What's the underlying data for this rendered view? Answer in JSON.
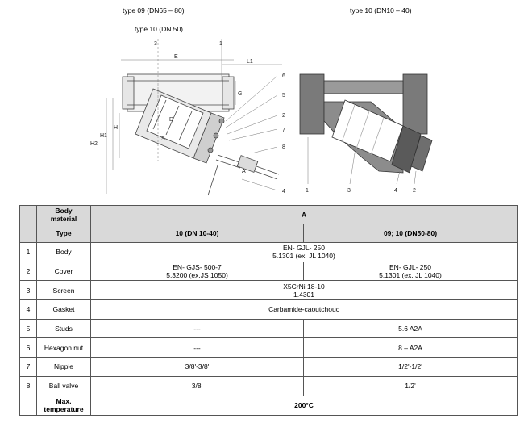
{
  "captions": {
    "left_top": "type 09 (DN65 – 80)",
    "left_bottom": "type 10 (DN 50)",
    "right_top": "type 10 (DN10 – 40)"
  },
  "drawing_left": {
    "callouts": [
      "3",
      "1",
      "6",
      "5",
      "2",
      "7",
      "8",
      "4"
    ],
    "dims": [
      "E",
      "L1",
      "G",
      "H1",
      "H",
      "H2",
      "D",
      "S",
      "A"
    ]
  },
  "drawing_right": {
    "callouts": [
      "1",
      "3",
      "4",
      "2"
    ]
  },
  "table": {
    "header": {
      "col1_line1": "Body",
      "col1_line2": "material",
      "material": "A"
    },
    "type_row": {
      "label": "Type",
      "col_a": "10 (DN 10-40)",
      "col_b": "09; 10 (DN50-80)"
    },
    "rows": [
      {
        "num": "1",
        "part": "Body",
        "merged": true,
        "line1": "EN- GJL- 250",
        "line2": "5.1301 (ex. JL 1040)"
      },
      {
        "num": "2",
        "part": "Cover",
        "merged": false,
        "a1": "EN- GJS- 500-7",
        "a2": "5.3200 (ex.JS 1050)",
        "b1": "EN- GJL- 250",
        "b2": "5.1301 (ex. JL 1040)"
      },
      {
        "num": "3",
        "part": "Screen",
        "merged": true,
        "line1": "X5CrNi 18-10",
        "line2": "1.4301"
      },
      {
        "num": "4",
        "part": "Gasket",
        "merged": true,
        "line1": "Carbamide-caoutchouc",
        "line2": ""
      },
      {
        "num": "5",
        "part": "Studs",
        "merged": false,
        "a1": "---",
        "a2": "",
        "b1": "5.6 A2A",
        "b2": ""
      },
      {
        "num": "6",
        "part": "Hexagon nut",
        "merged": false,
        "a1": "---",
        "a2": "",
        "b1": "8 – A2A",
        "b2": ""
      },
      {
        "num": "7",
        "part": "Nipple",
        "merged": false,
        "a1": "3/8'-3/8'",
        "a2": "",
        "b1": "1/2'-1/2'",
        "b2": ""
      },
      {
        "num": "8",
        "part": "Ball valve",
        "merged": false,
        "a1": "3/8'",
        "a2": "",
        "b1": "1/2'",
        "b2": ""
      }
    ],
    "max_temp": {
      "label_line1": "Max.",
      "label_line2": "temperature",
      "value": "200°C"
    }
  }
}
